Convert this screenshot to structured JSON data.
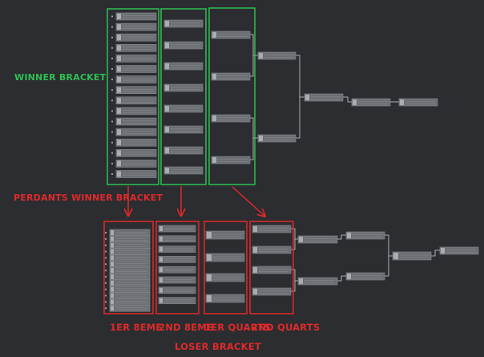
{
  "labels": {
    "winner_bracket": "WINNER BRACKET",
    "perdants_winner_bracket": "PERDANTS WINNER BRACKET",
    "loser_round_1": "1ER 8EME",
    "loser_round_2": "2ND 8EME",
    "loser_round_3": "1ER QUARTS",
    "loser_round_4": "2ND QUARTS",
    "loser_bracket": "LOSER BRACKET"
  },
  "colors": {
    "background": "#2b2d30",
    "node_fill": "#6b6e72",
    "node_border": "#8a8d91",
    "node_port": "#a9acb0",
    "connector": "#cfd2d6",
    "winner_accent": "#2fbf52",
    "loser_accent": "#e0292b"
  }
}
